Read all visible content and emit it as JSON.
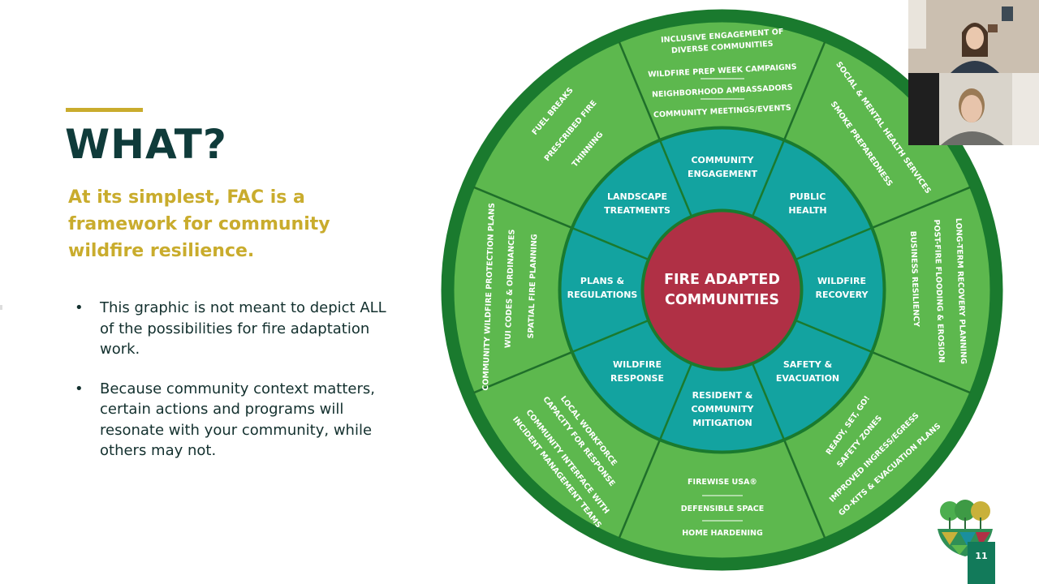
{
  "slide": {
    "title": "WHAT?",
    "subtitle": "At its simplest, FAC is a framework for community wildfire resilience.",
    "bullets": [
      "This graphic is not meant to depict ALL of the possibilities for fire adaptation work.",
      "Because community context matters, certain actions and programs will resonate with your community, while others may not."
    ],
    "bullet_marker": "•",
    "page_number": "11"
  },
  "wheel": {
    "center": [
      "FIRE ADAPTED",
      "COMMUNITIES"
    ],
    "inner_segments": [
      [
        "COMMUNITY",
        "ENGAGEMENT"
      ],
      [
        "PUBLIC",
        "HEALTH"
      ],
      [
        "WILDFIRE",
        "RECOVERY"
      ],
      [
        "SAFETY &",
        "EVACUATION"
      ],
      [
        "RESIDENT &",
        "COMMUNITY",
        "MITIGATION"
      ],
      [
        "WILDFIRE",
        "RESPONSE"
      ],
      [
        "PLANS &",
        "REGULATIONS"
      ],
      [
        "LANDSCAPE",
        "TREATMENTS"
      ]
    ],
    "outer_segments": {
      "community_engagement": [
        "INCLUSIVE ENGAGEMENT OF",
        "DIVERSE COMMUNITIES",
        "WILDFIRE PREP WEEK CAMPAIGNS",
        "NEIGHBORHOOD AMBASSADORS",
        "COMMUNITY MEETINGS/EVENTS"
      ],
      "public_health": [
        "SOCIAL & MENTAL HEALTH SERVICES",
        "SMOKE PREPAREDNESS"
      ],
      "wildfire_recovery": [
        "LONG-TERM RECOVERY PLANNING",
        "POST-FIRE FLOODING & EROSION",
        "BUSINESS RESILIENCY"
      ],
      "safety_evacuation": [
        "READY, SET, GO!",
        "SAFETY ZONES",
        "IMPROVED INGRESS/EGRESS",
        "GO-KITS & EVACUATION PLANS"
      ],
      "mitigation": [
        "FIREWISE USA®",
        "DEFENSIBLE SPACE",
        "HOME HARDENING"
      ],
      "wildfire_response": [
        "LOCAL WORKFORCE",
        "CAPACITY FOR RESPONSE",
        "COMMUNITY INTERFACE WITH",
        "INCIDENT MANAGEMENT TEAMS"
      ],
      "plans_regulations": [
        "COMMUNITY WILDFIRE PROTECTION PLANS",
        "WUI CODES & ORDINANCES",
        "SPATIAL FIRE PLANNING"
      ],
      "landscape_treatments": [
        "FUEL BREAKS",
        "PRESCRIBED FIRE",
        "THINNING"
      ]
    }
  },
  "colors": {
    "title": "#0f3b3a",
    "accent": "#c9ac2d",
    "outer_green": "#5db84e",
    "rim": "#1a7a2e",
    "inner_teal": "#13a3a0",
    "center_red": "#b03045"
  }
}
